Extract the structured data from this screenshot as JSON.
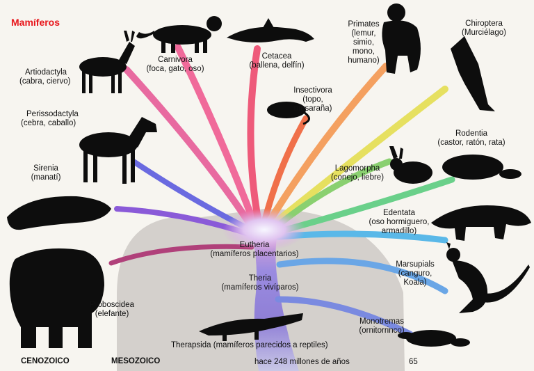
{
  "title": "Mamíferos",
  "groups": {
    "artiodactyla": {
      "name": "Artiodactyla",
      "common": "(cabra, ciervo)"
    },
    "carnivora": {
      "name": "Carnivora",
      "common": "(foca, gato, oso)"
    },
    "cetacea": {
      "name": "Cetacea",
      "common": "(ballena, delfín)"
    },
    "primates": {
      "name": "Primates",
      "common_1": "(lemur,",
      "common_2": "simio,",
      "common_3": "mono,",
      "common_4": "humano)"
    },
    "chiroptera": {
      "name": "Chiroptera",
      "common": "(Murciélago)"
    },
    "insectivora": {
      "name": "Insectivora",
      "common_1": "(topo,",
      "common_2": "musaraña)"
    },
    "perissodactyla": {
      "name": "Perissodactyla",
      "common": "(cebra, caballo)"
    },
    "rodentia": {
      "name": "Rodentia",
      "common": "(castor, ratón, rata)"
    },
    "sirenia": {
      "name": "Sirenia",
      "common": "(manatí)"
    },
    "lagomorpha": {
      "name": "Lagomorpha",
      "common": "(conejo, liebre)"
    },
    "edentata": {
      "name": "Edentata",
      "common_1": "(oso hormiguero,",
      "common_2": "armadillo)"
    },
    "eutheria": {
      "name": "Eutheria",
      "common": "(mamíferos placentarios)"
    },
    "theria": {
      "name": "Theria",
      "common": "(mamíferos vivíparos)"
    },
    "marsupials": {
      "name": "Marsupials",
      "common_1": "(canguro,",
      "common_2": "Koala)"
    },
    "proboscidea": {
      "name": "Proboscidea",
      "common": "(elefante)"
    },
    "monotremas": {
      "name": "Monotremas",
      "common": "(ornitorrinco)"
    },
    "therapsida": {
      "name": "Therapsida",
      "common": "(mamíferos parecidos a reptiles)"
    }
  },
  "eras": {
    "cenozoico": "CENOZOICO",
    "mesozoico": "MESOZOICO"
  },
  "timeline": "hace 248 millones de años",
  "page_number": "65",
  "colors": {
    "title": "#e8161b",
    "silhouette": "#0d0d0d",
    "background": "#f7f5f0",
    "dome": "#d4d0cc"
  }
}
